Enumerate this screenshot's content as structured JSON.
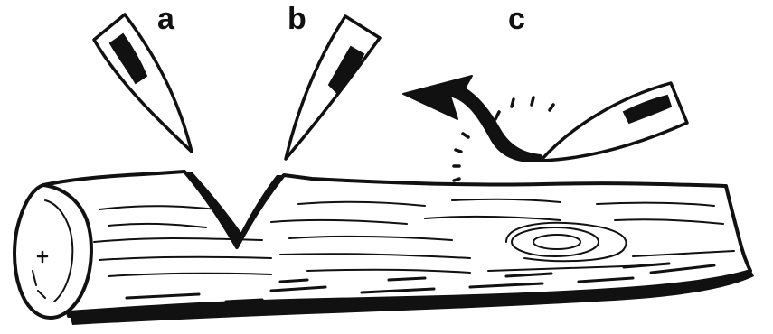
{
  "diagram": {
    "labels": {
      "a": "a",
      "b": "b",
      "c": "c"
    },
    "colors": {
      "ink": "#111111",
      "paper": "#ffffff"
    },
    "elements": [
      "knife-a-icon",
      "knife-b-icon",
      "knife-c-icon",
      "lift-arrow-icon",
      "log-icon",
      "v-notch"
    ]
  }
}
